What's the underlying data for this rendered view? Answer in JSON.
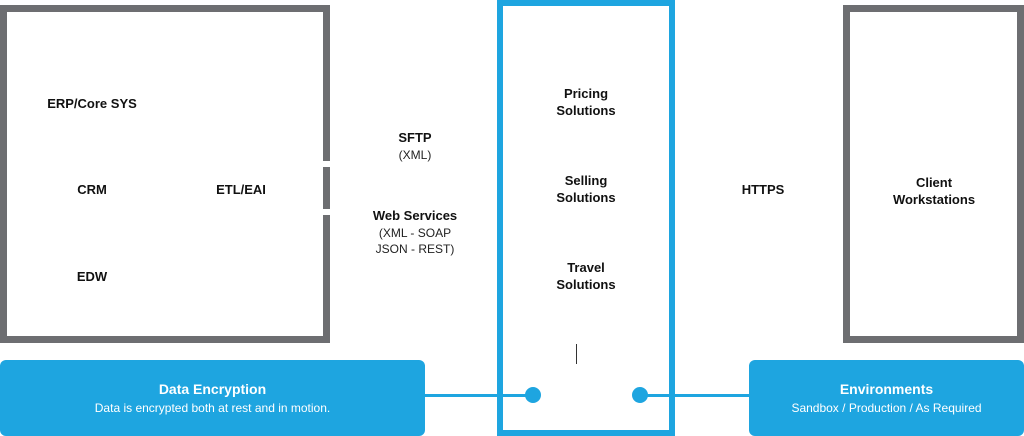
{
  "left_box": {
    "erp": "ERP/Core SYS",
    "crm": "CRM",
    "etl": "ETL/EAI",
    "edw": "EDW"
  },
  "middle_text": {
    "sftp_title": "SFTP",
    "sftp_sub": "(XML)",
    "ws_title": "Web Services",
    "ws_sub_1": "(XML - SOAP",
    "ws_sub_2": "JSON - REST)"
  },
  "solutions_box": {
    "pricing_1": "Pricing",
    "pricing_2": "Solutions",
    "selling_1": "Selling",
    "selling_2": "Solutions",
    "travel_1": "Travel",
    "travel_2": "Solutions"
  },
  "https_label": "HTTPS",
  "client_box": {
    "line_1": "Client",
    "line_2": "Workstations"
  },
  "data_encryption": {
    "title": "Data Encryption",
    "subtitle": "Data is encrypted both at rest and in motion."
  },
  "environments": {
    "title": "Environments",
    "subtitle": "Sandbox / Production / As Required"
  },
  "colors": {
    "accent_blue": "#1ea5e0",
    "box_gray": "#6d6e71"
  }
}
